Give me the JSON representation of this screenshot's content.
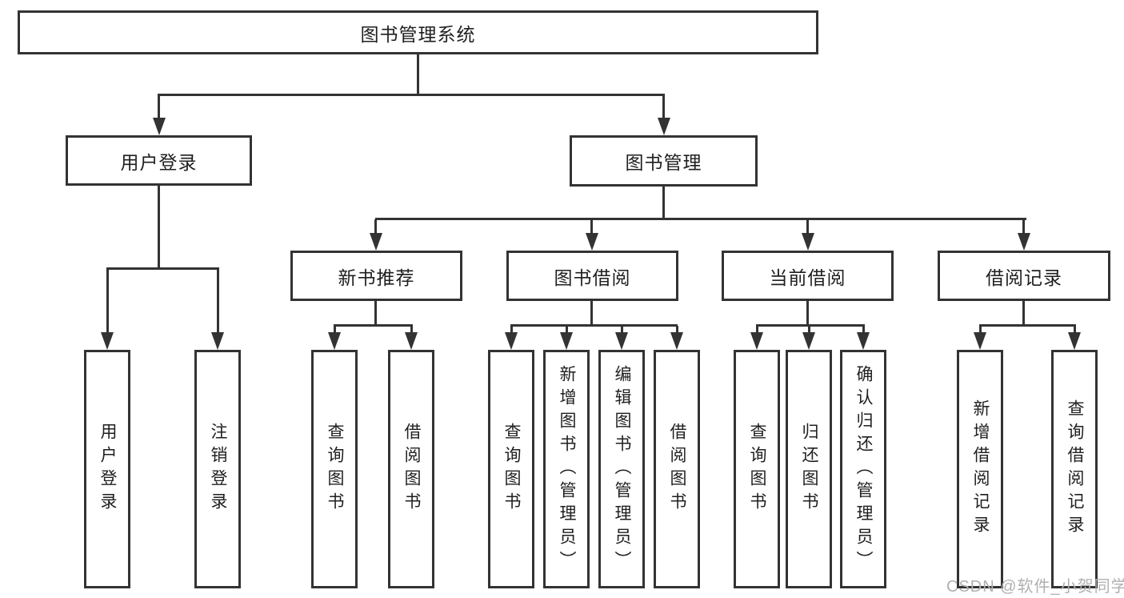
{
  "diagram_title": "图书管理系统",
  "watermark": "CSDN @软件_小贺同学",
  "colors": {
    "line": "#333333",
    "text": "#1f1f1f",
    "background": "#ffffff",
    "watermark": "#b0b0b0"
  },
  "tree": {
    "root": {
      "label": "图书管理系统"
    },
    "branches": [
      {
        "label": "用户登录",
        "children": [
          {
            "label": "用户登录"
          },
          {
            "label": "注销登录"
          }
        ]
      },
      {
        "label": "图书管理",
        "children": [
          {
            "label": "新书推荐",
            "children": [
              {
                "label": "查询图书"
              },
              {
                "label": "借阅图书"
              }
            ]
          },
          {
            "label": "图书借阅",
            "children": [
              {
                "label": "查询图书"
              },
              {
                "label": "新增图书（管理员）"
              },
              {
                "label": "编辑图书（管理员）"
              },
              {
                "label": "借阅图书"
              }
            ]
          },
          {
            "label": "当前借阅",
            "children": [
              {
                "label": "查询图书"
              },
              {
                "label": "归还图书"
              },
              {
                "label": "确认归还（管理员）"
              }
            ]
          },
          {
            "label": "借阅记录",
            "children": [
              {
                "label": "新增借阅记录"
              },
              {
                "label": "查询借阅记录"
              }
            ]
          }
        ]
      }
    ]
  }
}
